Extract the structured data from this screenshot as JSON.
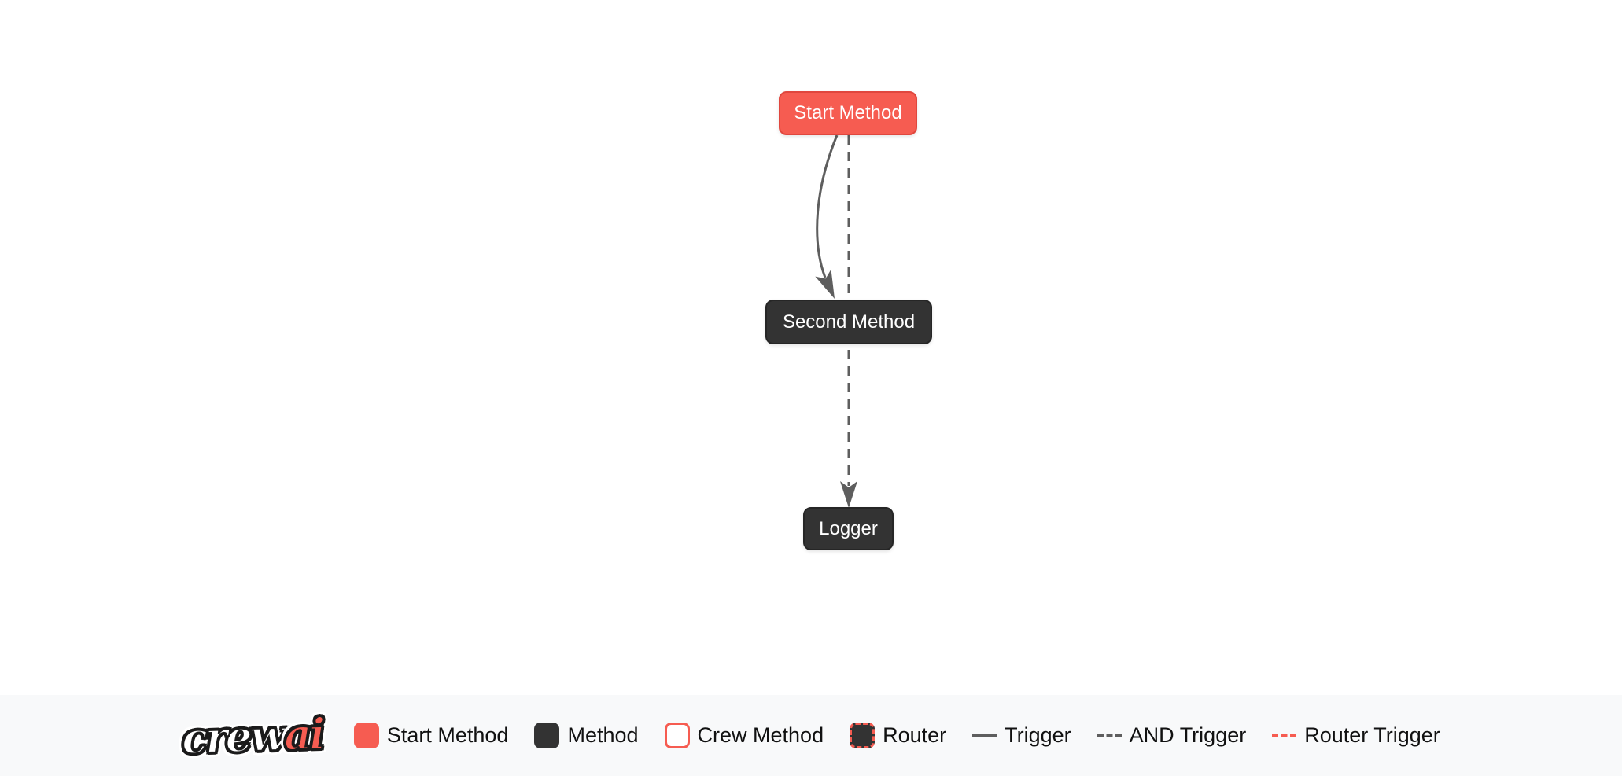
{
  "canvas": {
    "nodes": [
      {
        "label": "Start Method",
        "type": "start-method"
      },
      {
        "label": "Second Method",
        "type": "method"
      },
      {
        "label": "Logger",
        "type": "method"
      }
    ],
    "edges": [
      {
        "from": "Start Method",
        "to": "Second Method",
        "type": "trigger",
        "style": "solid-curved"
      },
      {
        "from": "Start Method",
        "to": "Logger",
        "type": "and-trigger",
        "style": "dashed-straight"
      }
    ]
  },
  "legend": {
    "logo": {
      "crew": "crew",
      "ai": "ai"
    },
    "items": [
      {
        "label": "Start Method",
        "swatch": "start-method-node-swatch"
      },
      {
        "label": "Method",
        "swatch": "method-node-swatch"
      },
      {
        "label": "Crew Method",
        "swatch": "crew-method-node-swatch"
      },
      {
        "label": "Router",
        "swatch": "router-node-swatch"
      },
      {
        "label": "Trigger",
        "swatch": "trigger-line-swatch"
      },
      {
        "label": "AND Trigger",
        "swatch": "and-trigger-line-swatch"
      },
      {
        "label": "Router Trigger",
        "swatch": "router-trigger-line-swatch"
      }
    ]
  },
  "colors": {
    "accent_red": "#f65c51",
    "accent_red_border": "#e0473e",
    "node_dark": "#333333",
    "node_dark_border": "#262626",
    "edge_gray": "#5e5e5e",
    "canvas_bg": "#ffffff",
    "legend_bg": "#f8f9fa",
    "legend_text": "#111111",
    "node_text": "#ffffff"
  }
}
